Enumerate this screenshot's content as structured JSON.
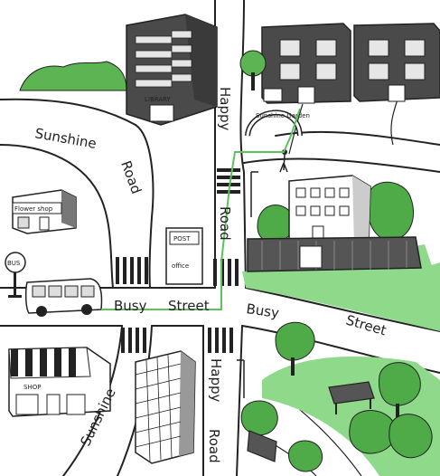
{
  "map": {
    "roads": {
      "sunshine_upper": "Sunshine",
      "road_upper_left": "Road",
      "happy_upper": "Happy",
      "road_upper_mid": "Road",
      "busy_left": "Busy",
      "street_left": "Street",
      "busy_right": "Busy",
      "street_right": "Street",
      "happy_lower": "Happy",
      "road_lower": "Road",
      "sunshine_lower": "Sunshine"
    },
    "signs": {
      "flower_shop": "Flower shop",
      "bus_stop": "BUS",
      "post_office_line1": "POST",
      "post_office_line2": "office",
      "shop": "SHOP",
      "sunshine_garden": "Sunshine Garden",
      "library": "LIBRARY"
    },
    "colors": {
      "route": "#5cc35c",
      "grass": "#8fd98a",
      "tree": "#4faa48",
      "building_dark": "#4a4a4a",
      "building_mid": "#777777",
      "window_light": "#e6e6e6"
    },
    "icons": [
      "bus-icon",
      "bench-icon",
      "tree-icon",
      "zebra-crossing",
      "street-lamp-icon",
      "route-line",
      "person-icon"
    ]
  }
}
